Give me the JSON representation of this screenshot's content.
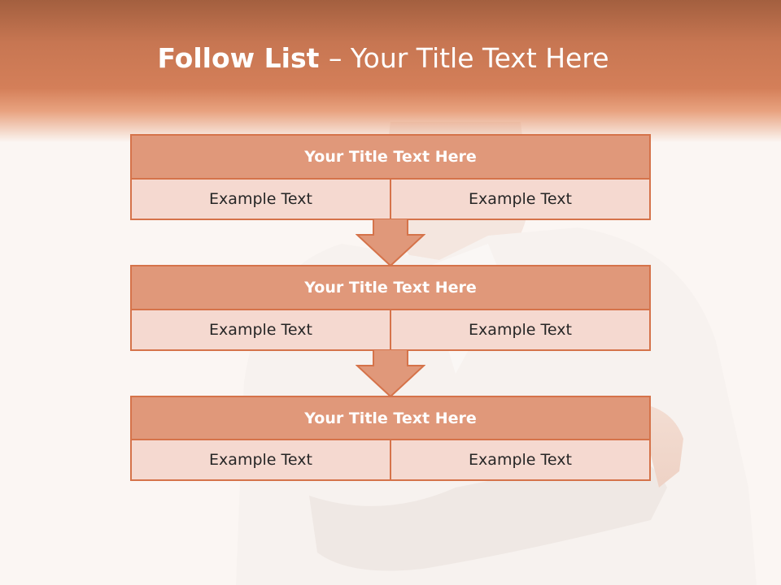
{
  "slide": {
    "title_bold": "Follow List ",
    "title_rest": " – Your Title Text Here"
  },
  "steps": [
    {
      "title": "Your Title Text Here",
      "left": "Example Text",
      "right": "Example Text"
    },
    {
      "title": "Your Title Text Here",
      "left": "Example Text",
      "right": "Example Text"
    },
    {
      "title": "Your Title Text Here",
      "left": "Example Text",
      "right": "Example Text"
    }
  ],
  "colors": {
    "accent": "#d5734a",
    "header_fill": "#e0987a",
    "cell_fill": "#f5d9d0",
    "band": "#c77652"
  }
}
